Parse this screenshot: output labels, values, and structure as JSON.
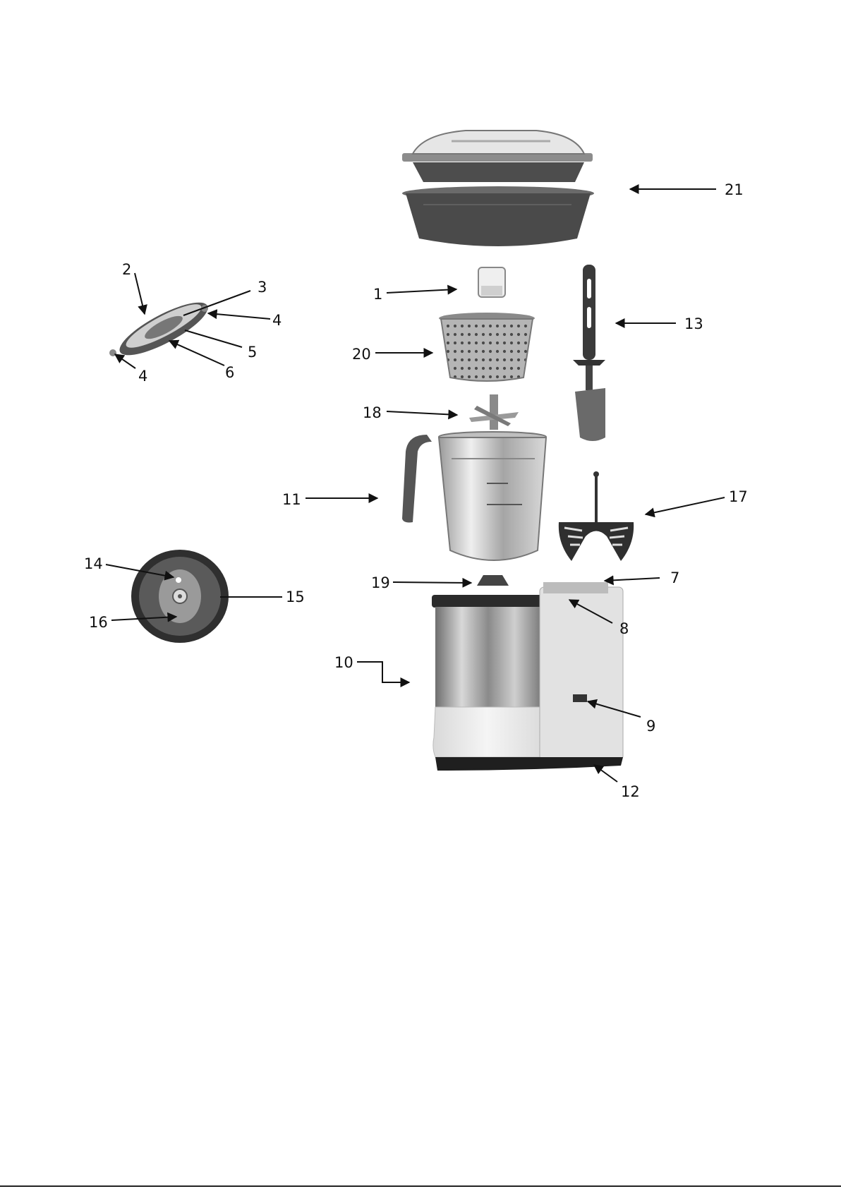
{
  "callouts": [
    {
      "id": "c2",
      "label": "2"
    },
    {
      "id": "c3",
      "label": "3"
    },
    {
      "id": "c4a",
      "label": "4"
    },
    {
      "id": "c5",
      "label": "5"
    },
    {
      "id": "c6",
      "label": "6"
    },
    {
      "id": "c4b",
      "label": "4"
    },
    {
      "id": "c1",
      "label": "1"
    },
    {
      "id": "c20",
      "label": "20"
    },
    {
      "id": "c18",
      "label": "18"
    },
    {
      "id": "c11",
      "label": "11"
    },
    {
      "id": "c19",
      "label": "19"
    },
    {
      "id": "c10",
      "label": "10"
    },
    {
      "id": "c21",
      "label": "21"
    },
    {
      "id": "c13",
      "label": "13"
    },
    {
      "id": "c17",
      "label": "17"
    },
    {
      "id": "c7",
      "label": "7"
    },
    {
      "id": "c8",
      "label": "8"
    },
    {
      "id": "c9",
      "label": "9"
    },
    {
      "id": "c12",
      "label": "12"
    },
    {
      "id": "c14",
      "label": "14"
    },
    {
      "id": "c15",
      "label": "15"
    },
    {
      "id": "c16",
      "label": "16"
    }
  ]
}
